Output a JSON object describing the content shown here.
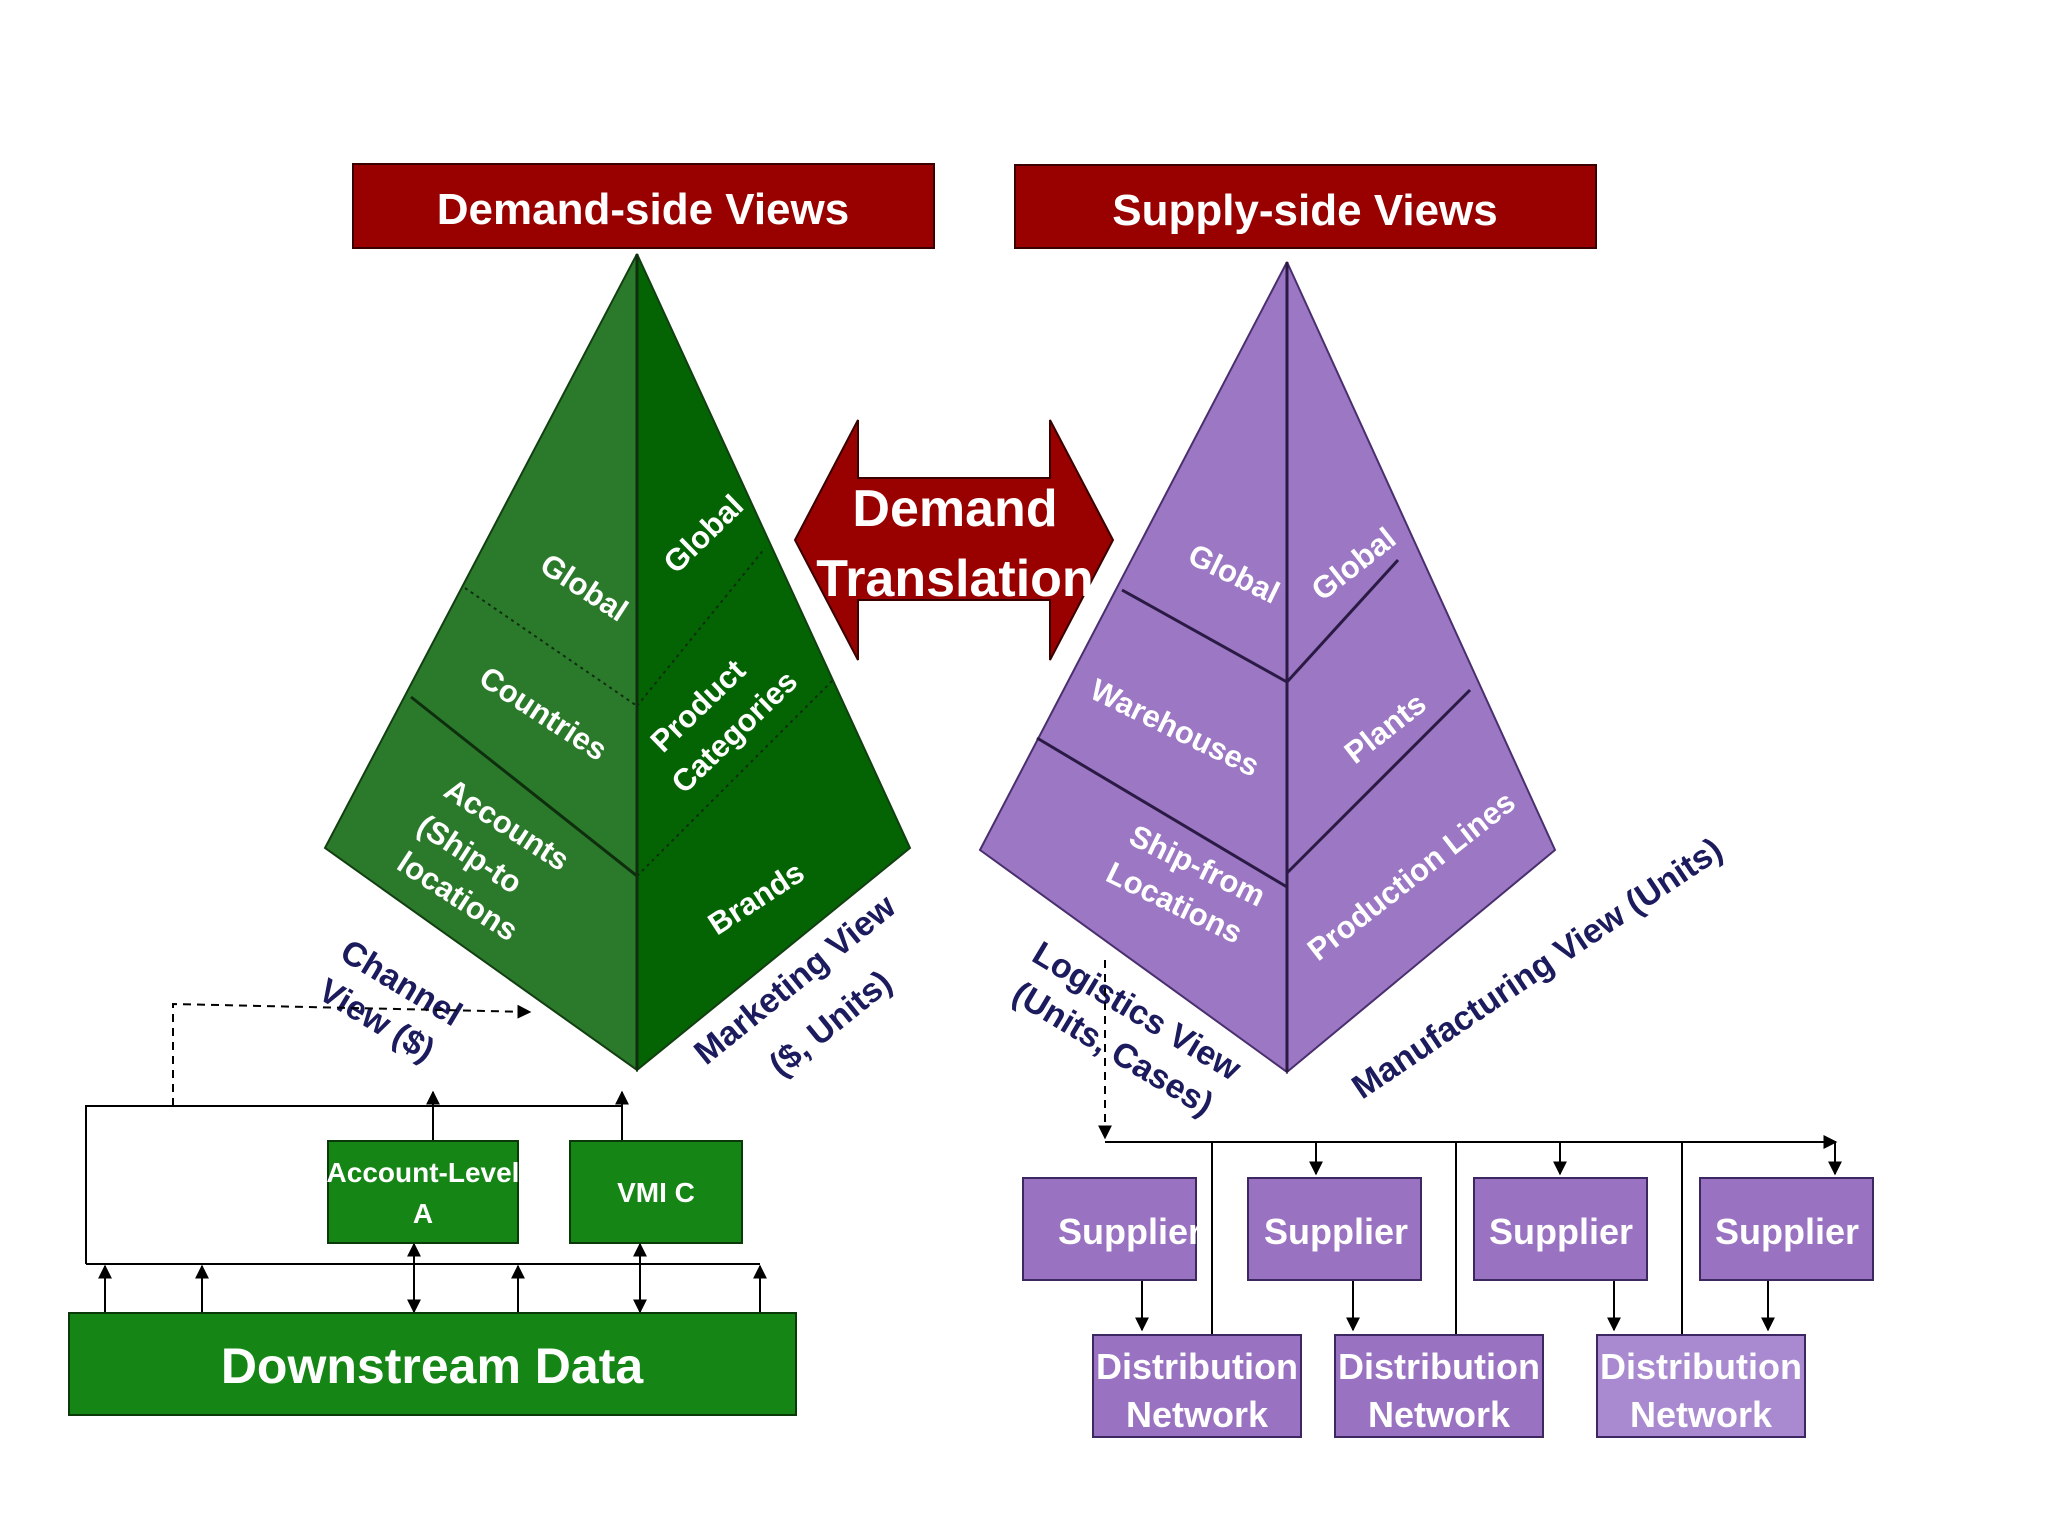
{
  "headers": {
    "demand": "Demand-side Views",
    "supply": "Supply-side Views"
  },
  "translation": {
    "line1": "Demand",
    "line2": "Translation"
  },
  "demand_pyramid": {
    "left": {
      "global": "Global",
      "countries": "Countries",
      "accounts_1": "Accounts",
      "accounts_2": "(Ship-to",
      "accounts_3": "locations"
    },
    "right": {
      "global": "Global",
      "categories_1": "Product",
      "categories_2": "Categories",
      "brands": "Brands"
    }
  },
  "supply_pyramid": {
    "left": {
      "global": "Global",
      "warehouses": "Warehouses",
      "shipfrom_1": "Ship-from",
      "shipfrom_2": "Locations"
    },
    "right": {
      "global": "Global",
      "plants": "Plants",
      "lines": "Production   Lines"
    }
  },
  "view_labels": {
    "channel_1": "Channel",
    "channel_2": "View ($)",
    "marketing_1": "Marketing View",
    "marketing_2": "($, Units)",
    "logistics_1": "Logistics View",
    "logistics_2": "(Units, Cases)",
    "manufacturing": "Manufacturing View   (Units)"
  },
  "demand_boxes": {
    "account_1": "Account-Level",
    "account_2": "A",
    "vmi": "VMI C",
    "downstream": "Downstream Data"
  },
  "supply_boxes": {
    "suppliers": [
      "Supplier",
      "Supplier",
      "Supplier",
      "Supplier"
    ],
    "networks": [
      {
        "line1": "Distribution",
        "line2": "Network"
      },
      {
        "line1": "Distribution",
        "line2": "Network"
      },
      {
        "line1": "Distribution",
        "line2": "Network"
      }
    ]
  },
  "colors": {
    "header_red": "#990000",
    "demand_green_left": "#2b7a2b",
    "demand_green_right": "#046404",
    "supply_purple": "#9b77c4",
    "box_green": "#158515",
    "box_purple": "#9a72c2",
    "label_navy": "#1b1b5e"
  }
}
